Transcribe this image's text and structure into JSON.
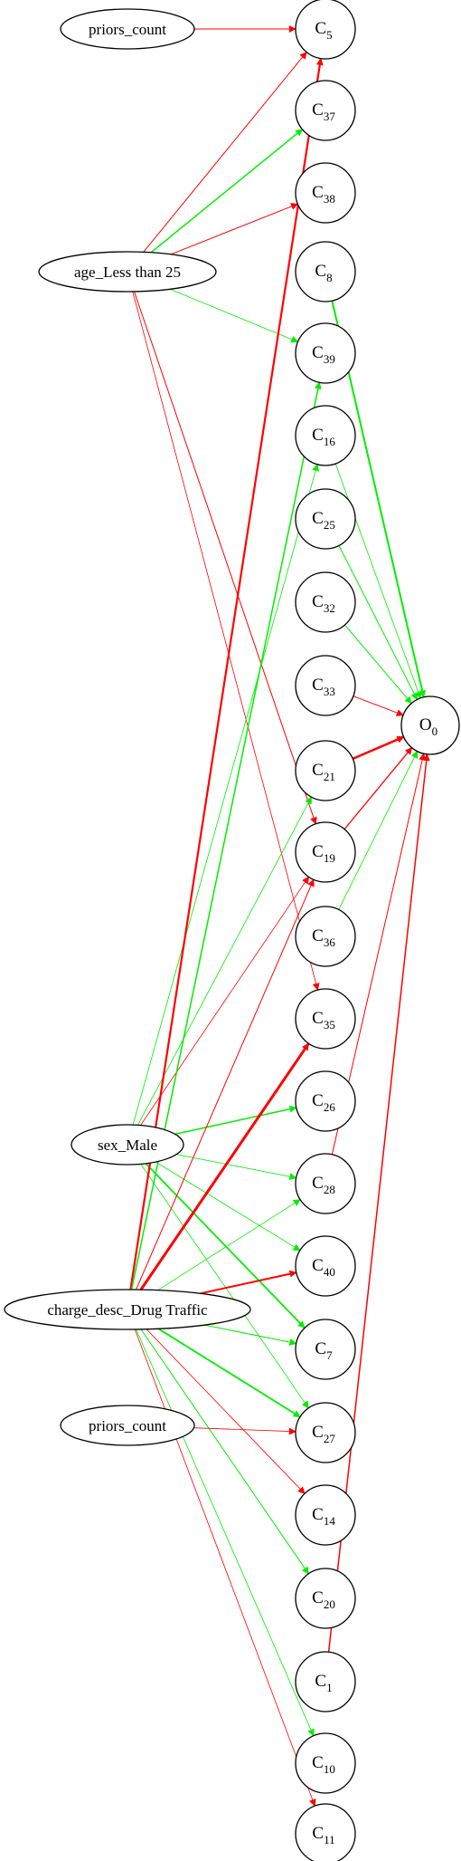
{
  "colors": {
    "positive": "#00ee00",
    "negative": "#ff0000",
    "stroke": "#000000",
    "background": "#ffffff"
  },
  "input_nodes": [
    {
      "id": "in_priors_top",
      "label": "priors_count"
    },
    {
      "id": "in_age",
      "label": "age_Less than 25"
    },
    {
      "id": "in_sex",
      "label": "sex_Male"
    },
    {
      "id": "in_charge",
      "label": "charge_desc_Drug Traffic"
    },
    {
      "id": "in_priors_bot",
      "label": "priors_count"
    }
  ],
  "hidden_nodes": [
    {
      "id": "C5",
      "prefix": "C",
      "sub": "5"
    },
    {
      "id": "C37",
      "prefix": "C",
      "sub": "37"
    },
    {
      "id": "C38",
      "prefix": "C",
      "sub": "38"
    },
    {
      "id": "C8",
      "prefix": "C",
      "sub": "8"
    },
    {
      "id": "C39",
      "prefix": "C",
      "sub": "39"
    },
    {
      "id": "C16",
      "prefix": "C",
      "sub": "16"
    },
    {
      "id": "C25",
      "prefix": "C",
      "sub": "25"
    },
    {
      "id": "C32",
      "prefix": "C",
      "sub": "32"
    },
    {
      "id": "C33",
      "prefix": "C",
      "sub": "33"
    },
    {
      "id": "C21",
      "prefix": "C",
      "sub": "21"
    },
    {
      "id": "C19",
      "prefix": "C",
      "sub": "19"
    },
    {
      "id": "C36",
      "prefix": "C",
      "sub": "36"
    },
    {
      "id": "C35",
      "prefix": "C",
      "sub": "35"
    },
    {
      "id": "C26",
      "prefix": "C",
      "sub": "26"
    },
    {
      "id": "C28",
      "prefix": "C",
      "sub": "28"
    },
    {
      "id": "C40",
      "prefix": "C",
      "sub": "40"
    },
    {
      "id": "C7",
      "prefix": "C",
      "sub": "7"
    },
    {
      "id": "C27",
      "prefix": "C",
      "sub": "27"
    },
    {
      "id": "C14",
      "prefix": "C",
      "sub": "14"
    },
    {
      "id": "C20",
      "prefix": "C",
      "sub": "20"
    },
    {
      "id": "C1",
      "prefix": "C",
      "sub": "1"
    },
    {
      "id": "C10",
      "prefix": "C",
      "sub": "10"
    },
    {
      "id": "C11",
      "prefix": "C",
      "sub": "11"
    }
  ],
  "output_nodes": [
    {
      "id": "O0",
      "prefix": "O",
      "sub": "0"
    }
  ],
  "edges": [
    {
      "from": "in_priors_top",
      "to": "C5",
      "sign": "negative",
      "weight": 1
    },
    {
      "from": "in_age",
      "to": "C5",
      "sign": "negative",
      "weight": 1
    },
    {
      "from": "in_age",
      "to": "C37",
      "sign": "positive",
      "weight": 1.5
    },
    {
      "from": "in_age",
      "to": "C38",
      "sign": "negative",
      "weight": 1
    },
    {
      "from": "in_age",
      "to": "C39",
      "sign": "positive",
      "weight": 0.8
    },
    {
      "from": "in_age",
      "to": "C19",
      "sign": "negative",
      "weight": 1
    },
    {
      "from": "in_age",
      "to": "C35",
      "sign": "negative",
      "weight": 0.8
    },
    {
      "from": "in_sex",
      "to": "C16",
      "sign": "positive",
      "weight": 0.8
    },
    {
      "from": "in_sex",
      "to": "C21",
      "sign": "positive",
      "weight": 0.8
    },
    {
      "from": "in_sex",
      "to": "C19",
      "sign": "negative",
      "weight": 0.8
    },
    {
      "from": "in_sex",
      "to": "C26",
      "sign": "positive",
      "weight": 1.5
    },
    {
      "from": "in_sex",
      "to": "C28",
      "sign": "positive",
      "weight": 0.8
    },
    {
      "from": "in_sex",
      "to": "C40",
      "sign": "positive",
      "weight": 0.8
    },
    {
      "from": "in_sex",
      "to": "C7",
      "sign": "positive",
      "weight": 1.8
    },
    {
      "from": "in_sex",
      "to": "C27",
      "sign": "positive",
      "weight": 0.8
    },
    {
      "from": "in_charge",
      "to": "C5",
      "sign": "negative",
      "weight": 2.2
    },
    {
      "from": "in_charge",
      "to": "C39",
      "sign": "positive",
      "weight": 1.5
    },
    {
      "from": "in_charge",
      "to": "C19",
      "sign": "negative",
      "weight": 1
    },
    {
      "from": "in_charge",
      "to": "C35",
      "sign": "negative",
      "weight": 3
    },
    {
      "from": "in_charge",
      "to": "C28",
      "sign": "positive",
      "weight": 0.8
    },
    {
      "from": "in_charge",
      "to": "C40",
      "sign": "negative",
      "weight": 2
    },
    {
      "from": "in_charge",
      "to": "C7",
      "sign": "positive",
      "weight": 1
    },
    {
      "from": "in_charge",
      "to": "C27",
      "sign": "positive",
      "weight": 1.8
    },
    {
      "from": "in_charge",
      "to": "C14",
      "sign": "negative",
      "weight": 0.8
    },
    {
      "from": "in_charge",
      "to": "C20",
      "sign": "positive",
      "weight": 1
    },
    {
      "from": "in_charge",
      "to": "C10",
      "sign": "positive",
      "weight": 0.8
    },
    {
      "from": "in_charge",
      "to": "C11",
      "sign": "negative",
      "weight": 0.8
    },
    {
      "from": "in_priors_bot",
      "to": "C27",
      "sign": "negative",
      "weight": 0.8
    },
    {
      "from": "C8",
      "to": "O0",
      "sign": "positive",
      "weight": 2
    },
    {
      "from": "C16",
      "to": "O0",
      "sign": "positive",
      "weight": 0.8
    },
    {
      "from": "C25",
      "to": "O0",
      "sign": "positive",
      "weight": 1
    },
    {
      "from": "C32",
      "to": "O0",
      "sign": "positive",
      "weight": 1
    },
    {
      "from": "C33",
      "to": "O0",
      "sign": "negative",
      "weight": 1
    },
    {
      "from": "C21",
      "to": "O0",
      "sign": "negative",
      "weight": 2.5
    },
    {
      "from": "C19",
      "to": "O0",
      "sign": "negative",
      "weight": 1.3
    },
    {
      "from": "C36",
      "to": "O0",
      "sign": "positive",
      "weight": 0.8
    },
    {
      "from": "C28",
      "to": "O0",
      "sign": "negative",
      "weight": 1
    },
    {
      "from": "C1",
      "to": "O0",
      "sign": "negative",
      "weight": 1.5
    }
  ]
}
